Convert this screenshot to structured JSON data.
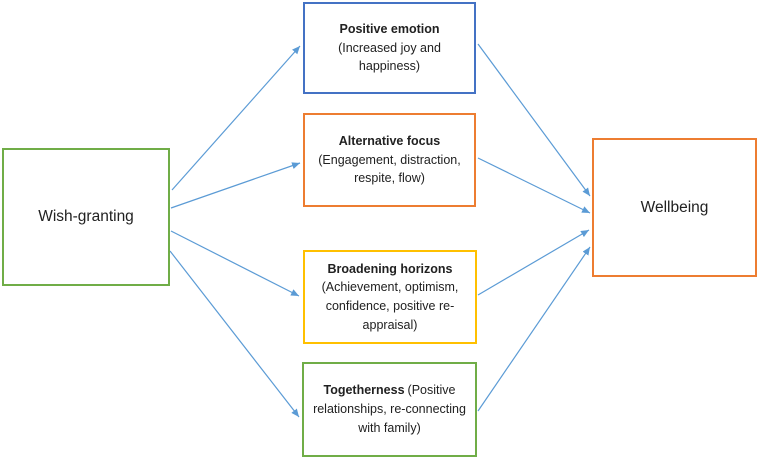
{
  "diagram": {
    "arrow_color": "#5B9BD5",
    "text_color": "#212121",
    "background_color": "#FFFFFF",
    "source_node": {
      "label": "Wish-granting",
      "border_color": "#70AD47"
    },
    "mediator_nodes": [
      {
        "title": "Positive emotion",
        "detail": "(Increased joy and happiness)",
        "border_color": "#4472C4"
      },
      {
        "title": "Alternative focus",
        "detail": "(Engagement, distraction, respite, flow)",
        "border_color": "#ED7D31"
      },
      {
        "title": "Broadening horizons",
        "detail": "(Achievement, optimism, confidence, positive re-appraisal)",
        "border_color": "#FFC000"
      },
      {
        "title": "Togetherness",
        "detail": "(Positive relationships, re-connecting with family)",
        "border_color": "#70AD47"
      }
    ],
    "outcome_node": {
      "label": "Wellbeing",
      "border_color": "#ED7D31"
    },
    "edges": [
      {
        "from": "Wish-granting",
        "to": "Positive emotion"
      },
      {
        "from": "Wish-granting",
        "to": "Alternative focus"
      },
      {
        "from": "Wish-granting",
        "to": "Broadening horizons"
      },
      {
        "from": "Wish-granting",
        "to": "Togetherness"
      },
      {
        "from": "Positive emotion",
        "to": "Wellbeing"
      },
      {
        "from": "Alternative focus",
        "to": "Wellbeing"
      },
      {
        "from": "Broadening horizons",
        "to": "Wellbeing"
      },
      {
        "from": "Togetherness",
        "to": "Wellbeing"
      }
    ]
  }
}
